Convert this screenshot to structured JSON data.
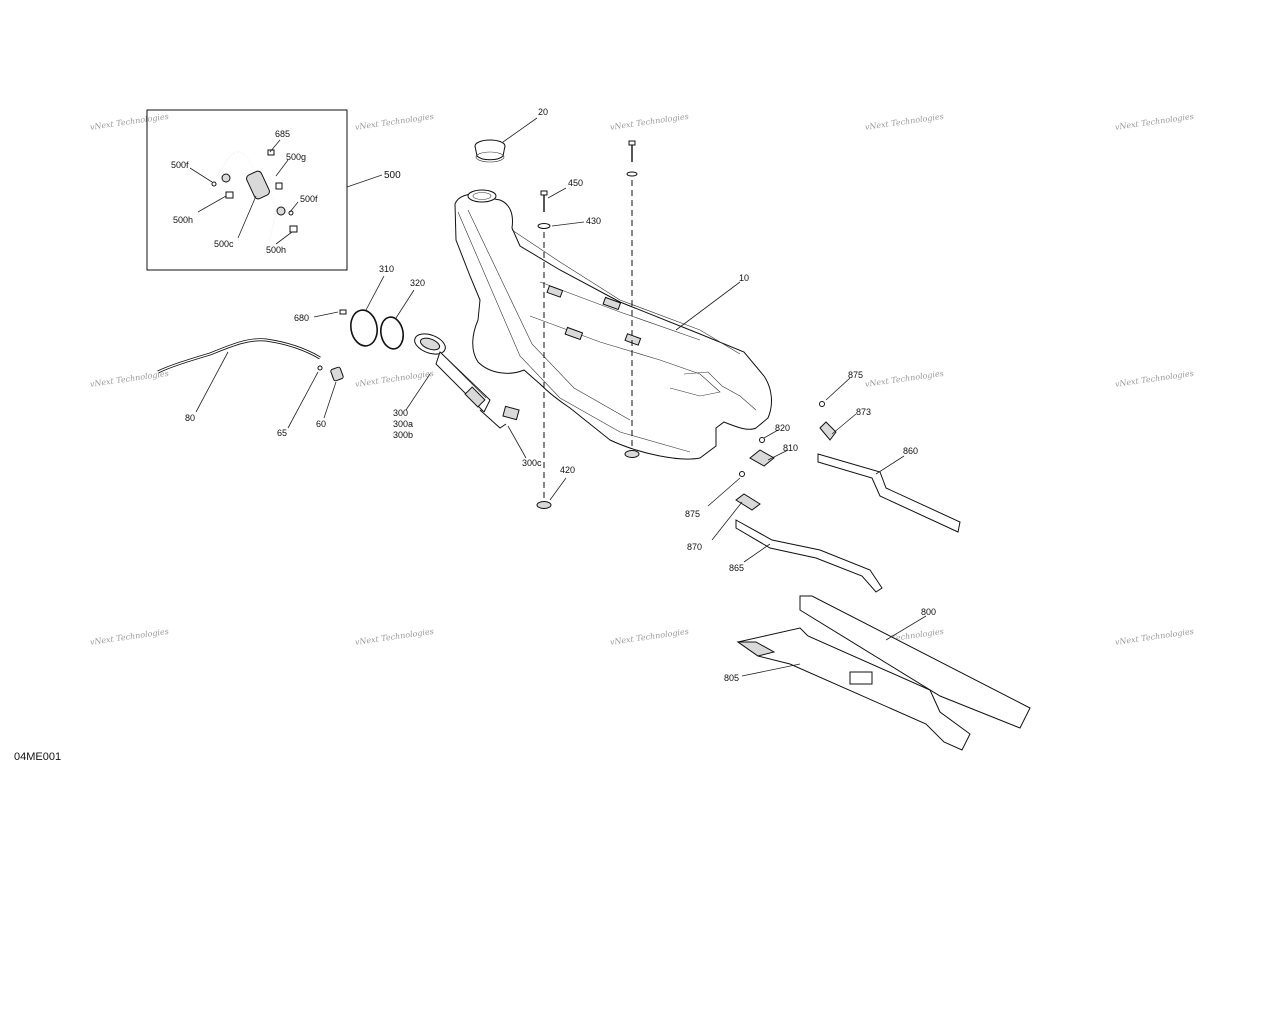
{
  "diagram": {
    "drawing_code": "04ME001",
    "watermark_text": "vNext Technologies",
    "callouts": [
      {
        "key": "c20",
        "text": "20"
      },
      {
        "key": "c685",
        "text": "685"
      },
      {
        "key": "c500g",
        "text": "500g"
      },
      {
        "key": "c500f_a",
        "text": "500f"
      },
      {
        "key": "c500f_b",
        "text": "500f"
      },
      {
        "key": "c500h_a",
        "text": "500h"
      },
      {
        "key": "c500h_b",
        "text": "500h"
      },
      {
        "key": "c500c",
        "text": "500c"
      },
      {
        "key": "c500",
        "text": "500"
      },
      {
        "key": "c450",
        "text": "450"
      },
      {
        "key": "c430",
        "text": "430"
      },
      {
        "key": "c10",
        "text": "10"
      },
      {
        "key": "c310",
        "text": "310"
      },
      {
        "key": "c320",
        "text": "320"
      },
      {
        "key": "c680",
        "text": "680"
      },
      {
        "key": "c80",
        "text": "80"
      },
      {
        "key": "c65",
        "text": "65"
      },
      {
        "key": "c60",
        "text": "60"
      },
      {
        "key": "c300",
        "text": "300"
      },
      {
        "key": "c300a",
        "text": "300a"
      },
      {
        "key": "c300b",
        "text": "300b"
      },
      {
        "key": "c300c",
        "text": "300c"
      },
      {
        "key": "c420",
        "text": "420"
      },
      {
        "key": "c875_a",
        "text": "875"
      },
      {
        "key": "c873",
        "text": "873"
      },
      {
        "key": "c820",
        "text": "820"
      },
      {
        "key": "c810",
        "text": "810"
      },
      {
        "key": "c860",
        "text": "860"
      },
      {
        "key": "c875_b",
        "text": "875"
      },
      {
        "key": "c870",
        "text": "870"
      },
      {
        "key": "c865",
        "text": "865"
      },
      {
        "key": "c800",
        "text": "800"
      },
      {
        "key": "c805",
        "text": "805"
      }
    ]
  }
}
